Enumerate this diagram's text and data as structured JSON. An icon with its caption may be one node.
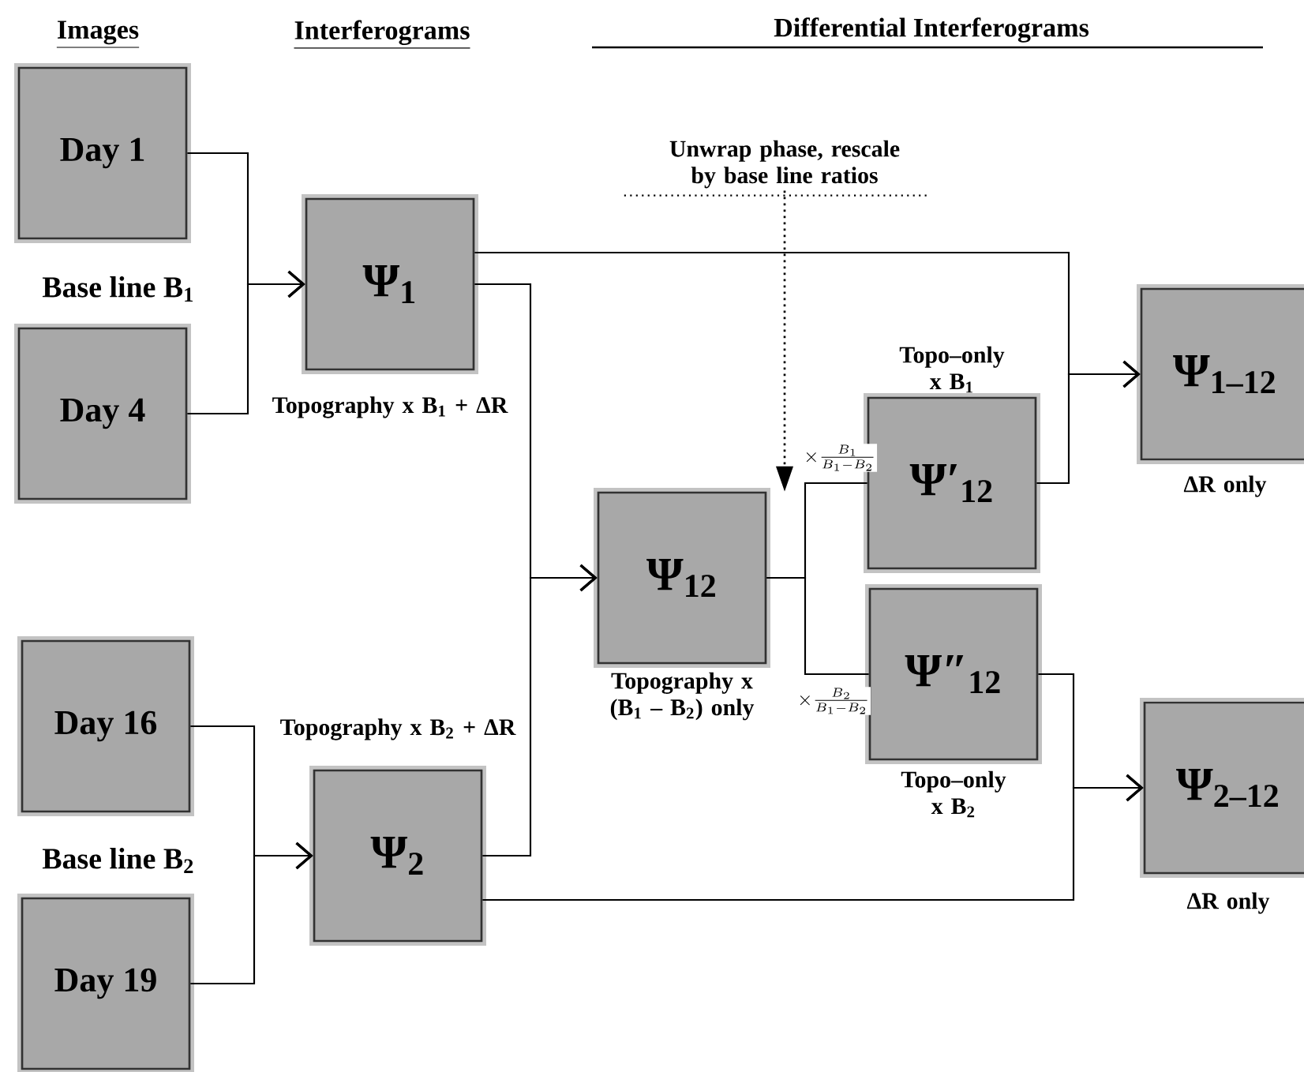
{
  "diagram": {
    "nodes": [
      {
        "text": [
          "Day 1"
        ]
      },
      {
        "text": [
          "Day 4"
        ]
      },
      {
        "text": [
          "Day 16"
        ]
      },
      {
        "text": [
          "Day 19"
        ]
      },
      {
        "text": [
          "Ψ$_{1}$"
        ],
        "beside": [
          "Topography x B$_{1}$ + ΔR"
        ]
      },
      {
        "text": [
          "Ψ$_{2}$"
        ],
        "beside": [
          "Topography x B$_{2}$ + ΔR"
        ]
      },
      {
        "text": [
          "Ψ$_{12}$"
        ],
        "beside": [
          "Topography x (B$_{1}$ – B$_{2}$) only"
        ]
      },
      {
        "text": [
          "Ψ′$_{12}$"
        ],
        "beside": [
          "Topo–only x B$_{1}$"
        ]
      },
      {
        "text": [
          "Ψ″$_{12}$"
        ],
        "beside": [
          "Topo–only x B$_{2}$"
        ]
      },
      {
        "text": [
          "Ψ$_{1–12}$"
        ],
        "beside": [
          "ΔR only"
        ]
      },
      {
        "text": [
          "Ψ$_{2–12}$"
        ],
        "beside": [
          "ΔR only"
        ]
      },
      {
        "text": [
          "Unwrap phase, rescale by base line ratios"
        ]
      }
    ],
    "edges": [
      {
        "from": 0,
        "to": 4,
        "arrow": "to"
      },
      {
        "from": 1,
        "to": 4,
        "arrow": "to"
      },
      {
        "from": 2,
        "to": 5,
        "arrow": "to"
      },
      {
        "from": 3,
        "to": 5,
        "arrow": "to"
      },
      {
        "from": 4,
        "to": 6,
        "arrow": "to"
      },
      {
        "from": 5,
        "to": 6,
        "arrow": "to"
      },
      {
        "from": 4,
        "to": 9,
        "arrow": "to"
      },
      {
        "from": 6,
        "to": 7,
        "arrow": "none",
        "label": "\\times\\frac{B_1}{B_1-B_2}"
      },
      {
        "from": 6,
        "to": 8,
        "arrow": "none",
        "label": "\\times\\frac{B_2}{B_1-B_2}"
      },
      {
        "from": 7,
        "to": 9,
        "arrow": "to"
      },
      {
        "from": 8,
        "to": 10,
        "arrow": "to"
      },
      {
        "from": 5,
        "to": 10,
        "arrow": "to"
      },
      {
        "from": 11,
        "to": 6,
        "arrow": "to",
        "style": "dashed"
      }
    ],
    "labels": [
      "Images",
      "Interferograms",
      "Differential Interferograms",
      "Base line B$_{1}$",
      "Base line B$_{2}$"
    ]
  }
}
